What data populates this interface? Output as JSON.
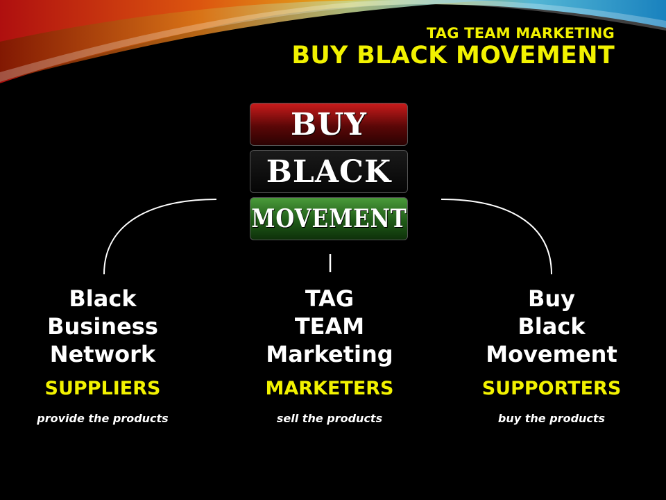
{
  "header": {
    "subtitle": "TAG TEAM MARKETING",
    "title": "BUY BLACK MOVEMENT"
  },
  "logo": {
    "line1": "BUY",
    "line2": "BLACK",
    "line3": "MOVEMENT"
  },
  "columns": [
    {
      "name_lines": [
        "Black",
        "Business",
        "Network"
      ],
      "role": "SUPPLIERS",
      "description": "provide the products"
    },
    {
      "name_lines": [
        "TAG",
        "TEAM",
        "Marketing"
      ],
      "role": "MARKETERS",
      "description": "sell the products"
    },
    {
      "name_lines": [
        "Buy",
        "Black",
        "Movement"
      ],
      "role": "SUPPORTERS",
      "description": "buy the products"
    }
  ],
  "colors": {
    "background": "#000000",
    "accent_yellow": "#f2f200",
    "logo_red": "#8b0d0d",
    "logo_green": "#2e6e22",
    "text_white": "#ffffff"
  }
}
